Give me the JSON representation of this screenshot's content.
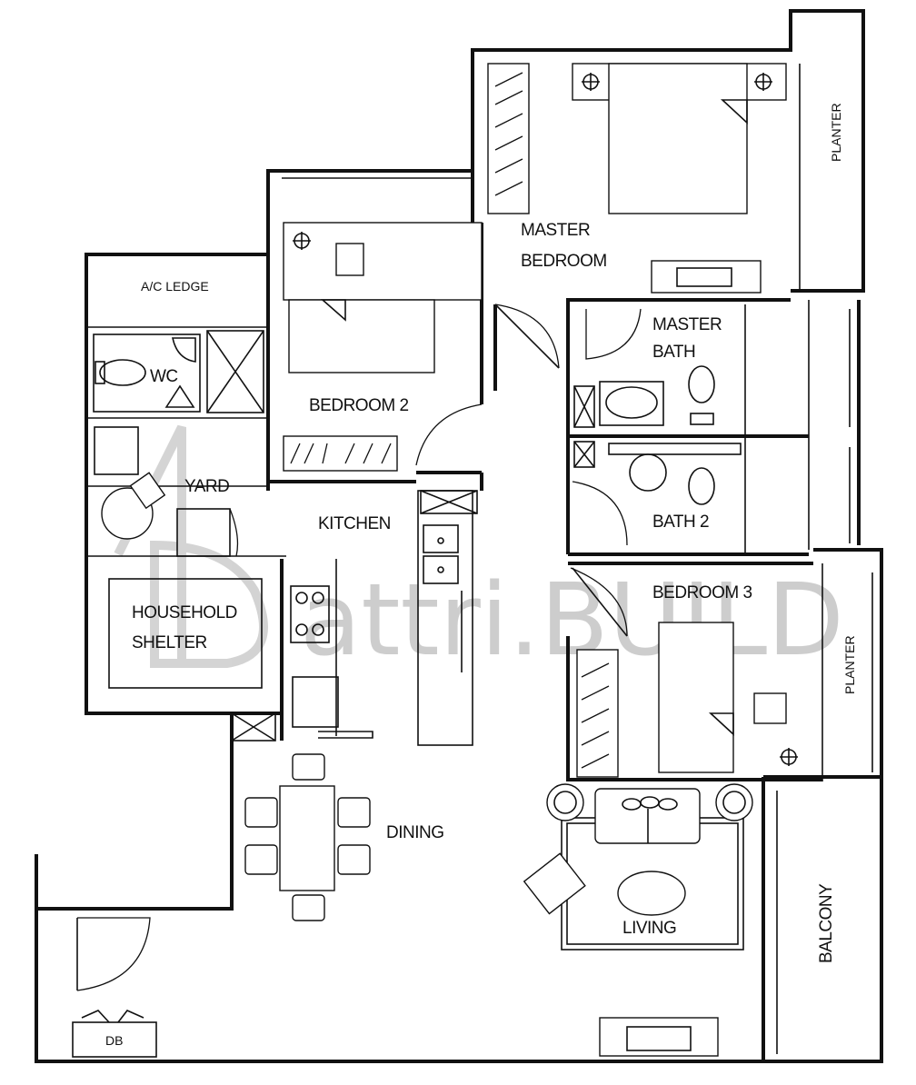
{
  "watermark": "attri.BUILD",
  "rooms": {
    "ac_ledge": "A/C LEDGE",
    "wc": "WC",
    "yard": "YARD",
    "household_shelter_1": "HOUSEHOLD",
    "household_shelter_2": "SHELTER",
    "bedroom_2": "BEDROOM 2",
    "kitchen": "KITCHEN",
    "master_bedroom_1": "MASTER",
    "master_bedroom_2": "BEDROOM",
    "master_bath_1": "MASTER",
    "master_bath_2": "BATH",
    "bath_2": "BATH 2",
    "bedroom_3": "BEDROOM 3",
    "dining": "DINING",
    "living": "LIVING",
    "balcony": "BALCONY",
    "planter_top": "PLANTER",
    "planter_right": "PLANTER",
    "db": "DB"
  }
}
